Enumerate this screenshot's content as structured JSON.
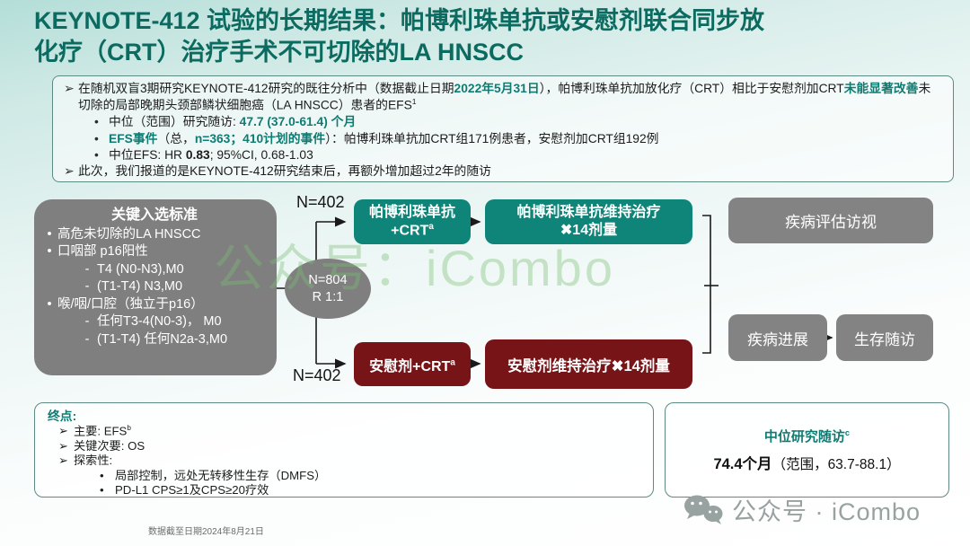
{
  "colors": {
    "title_teal": "#0c6b60",
    "accent_teal": "#0e7c72",
    "box_teal": "#0f8478",
    "box_dark_red": "#771418",
    "box_gray": "#7f7f7f"
  },
  "title": {
    "line1": "KEYNOTE-412 试验的长期结果：帕博利珠单抗或安慰剂联合同步放",
    "line2": "化疗（CRT）治疗手术不可切除的LA HNSCC"
  },
  "summary": {
    "b1": {
      "marker": "➢",
      "t1": "在随机双盲3期研究KEYNOTE-412研究的既往分析中（数据截止日期",
      "h1": "2022年5月31日",
      "t2": "），帕博利珠单抗加放化疗（CRT）相比于安慰剂加CRT",
      "h2": "未能显著改善",
      "t3": "未切除的局部晚期头颈部鳞状细胞癌（LA HNSCC）患者的EFS",
      "sup": "1"
    },
    "b2": {
      "marker": "•",
      "t1": "中位（范围）研究随访: ",
      "h1": "47.7 (37.0-61.4) 个月"
    },
    "b3": {
      "marker": "•",
      "h1": "EFS事件",
      "t1": "（总，",
      "h2": "n=363；",
      "h3": "410计划的事件",
      "t2": "）：帕博利珠单抗加CRT组171例患者，安慰剂加CRT组192例"
    },
    "b4": {
      "marker": "•",
      "t1": "中位EFS: HR ",
      "b": "0.83",
      "t2": "; 95%CI, 0.68-1.03"
    },
    "b5": {
      "marker": "➢",
      "t1": "此次，我们报道的是KEYNOTE-412研究结束后，再额外增加超过2年的随访"
    }
  },
  "criteria": {
    "title": "关键入选标准",
    "items": [
      {
        "marker": "•",
        "text": "高危未切除的LA HNSCC"
      },
      {
        "marker": "•",
        "text": "口咽部  p16阳性"
      },
      {
        "marker": "-",
        "text": "T4 (N0-N3),M0"
      },
      {
        "marker": "-",
        "text": "(T1-T4) N3,M0"
      },
      {
        "marker": "•",
        "text": "喉/咽/口腔（独立于p16）"
      },
      {
        "marker": "-",
        "text": "任何T3-4(N0-3)， M0"
      },
      {
        "marker": "-",
        "text": "(T1-T4) 任何N2a-3,M0"
      }
    ]
  },
  "flow": {
    "n_top": "N=402",
    "n_bottom": "N=402",
    "rand_line1": "N=804",
    "rand_line2": "R 1:1",
    "pembro_crt_line1": "帕博利珠单抗",
    "pembro_crt_line2": "+CRT",
    "pembro_crt_sup": "a",
    "pembro_maint_line1": "帕博利珠单抗维持治疗",
    "pembro_maint_line2": "✖14剂量",
    "placebo_crt": "安慰剂+CRT",
    "placebo_crt_sup": "a",
    "placebo_maint": "安慰剂维持治疗✖14剂量",
    "assess": "疾病评估访视",
    "progression": "疾病进展",
    "survival": "生存随访"
  },
  "endpoints": {
    "title": "终点:",
    "items": [
      {
        "marker": "➢",
        "text": "主要: EFS",
        "sup": "b"
      },
      {
        "marker": "➢",
        "text": "关键次要: OS",
        "sup": ""
      },
      {
        "marker": "➢",
        "text": "探索性:",
        "sup": ""
      },
      {
        "marker": "•",
        "text": "局部控制，远处无转移性生存（DMFS）",
        "sup": ""
      },
      {
        "marker": "•",
        "text": "PD-L1 CPS≥1及CPS≥20疗效",
        "sup": ""
      }
    ]
  },
  "followup": {
    "title": "中位研究随访",
    "sup": "c",
    "value": "74.4个月",
    "range": "（范围，63.7-88.1）"
  },
  "footer": {
    "data_cutoff": "数据截至日期2024年8月21日"
  },
  "watermarks": {
    "center": "公众号：iCombo",
    "bottom": "公众号 · iCombo"
  }
}
